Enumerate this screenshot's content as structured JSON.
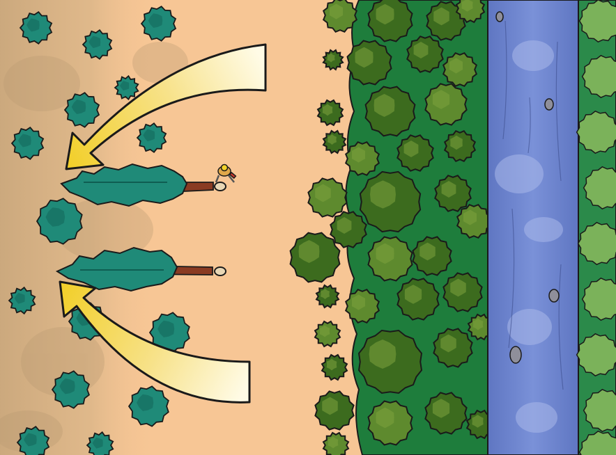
{
  "scene": {
    "kind": "illustration",
    "text": "",
    "colors": {
      "clearing": "#f7c695",
      "clearing_shadow": "#c9a77c",
      "conifer": "#1f8a78",
      "conifer_dark": "#0f5e52",
      "forest_floor": "#1e7d3c",
      "canopy": "#3c6b1e",
      "canopy_light": "#5e8a2e",
      "river": "#6f86cf",
      "river_light": "#a9b8ea",
      "far_bank": "#7bb25a",
      "arrow_yellow": "#f2cf2a",
      "arrow_pale": "#fffbe6",
      "log": "#8a3b22",
      "outline": "#1a1a1a"
    },
    "elements": [
      "left-conifer-grove",
      "felled-tree-top",
      "felled-tree-bottom",
      "stump-top",
      "stump-bottom",
      "lumberjack",
      "arrow-top",
      "arrow-bottom",
      "dense-forest",
      "river",
      "far-bank-forest"
    ]
  }
}
